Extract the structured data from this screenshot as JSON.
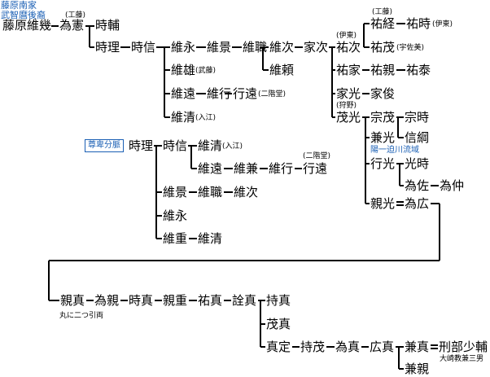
{
  "header": {
    "title_line1": "藤原南家",
    "title_line2": "武智麿後裔"
  },
  "separate_branch_label": "尊卑分脈",
  "ichinosako_label": "陽一迫川流域",
  "persons": {
    "korechika": "藤原維幾",
    "tametoki": "為憲",
    "tokisuke": "時輔",
    "tokimasa": "時理",
    "tokinobu": "時信",
    "korenaga": "維永",
    "korekage": "維景",
    "koremoto_shiki": "維職",
    "koretsugu": "維次",
    "ietsugu": "家次",
    "koreo": "維雄",
    "koretoo": "維遠",
    "koreyuki": "維行",
    "yukitoo": "行遠",
    "korekiyo": "維清",
    "koreyori": "維頼",
    "suketsugu": "祐次",
    "sukenori": "祐経",
    "suketoki": "祐時",
    "sukeshige": "祐茂",
    "sukeie": "祐家",
    "sukechika": "祐親",
    "suketai": "祐泰",
    "iemitsu": "家光",
    "ietoshi": "家俊",
    "shigemitsu": "茂光",
    "muneshige": "宗茂",
    "munetoki": "宗時",
    "kanemitsu": "兼光",
    "nobutsuna": "信綱",
    "yukimitsu": "行光",
    "mitsutoki": "光時",
    "tamesuke": "為佐",
    "tamenaka": "為仲",
    "chikamitsu": "親光",
    "tamehiro": "為広",
    "b_tokimasa": "時理",
    "b_tokinobu": "時信",
    "b_korekiyo": "維清",
    "b_koretoo": "維遠",
    "b_korekane": "維兼",
    "b_koreyuki": "維行",
    "b_yukitoo": "行遠",
    "b_korekage": "維景",
    "b_koremoto_shiki": "維職",
    "b_koretsugu": "維次",
    "b_korenaga": "維永",
    "b_koreshige": "維重",
    "b_korekiyo2": "維清",
    "chikazane": "親真",
    "tamechika": "為親",
    "tokizane": "時真",
    "chikashige": "親重",
    "sukezane": "祐真",
    "norizane": "詮真",
    "mochizane": "持真",
    "shigezane": "茂真",
    "sadazane": "真定",
    "mochishige": "持茂",
    "tamezane": "為真",
    "hirozane": "広真",
    "kanezane": "兼真",
    "gyobushoyu": "刑部少輔",
    "kanechika": "兼親"
  },
  "notes": {
    "kudo1": "(工藤)",
    "kudo2": "(工藤)",
    "muto": "(武藤)",
    "nikaido1": "(二階堂)",
    "nikaido2": "(二階堂)",
    "nyuko1": "(入江)",
    "nyuko2": "(入江)",
    "ito1": "(伊東)",
    "ito2": "(伊東)",
    "usami": "(宇佐美)",
    "kano": "(狩野)",
    "crest": "丸に二つ引両",
    "osaki": "大崎教兼三男"
  }
}
